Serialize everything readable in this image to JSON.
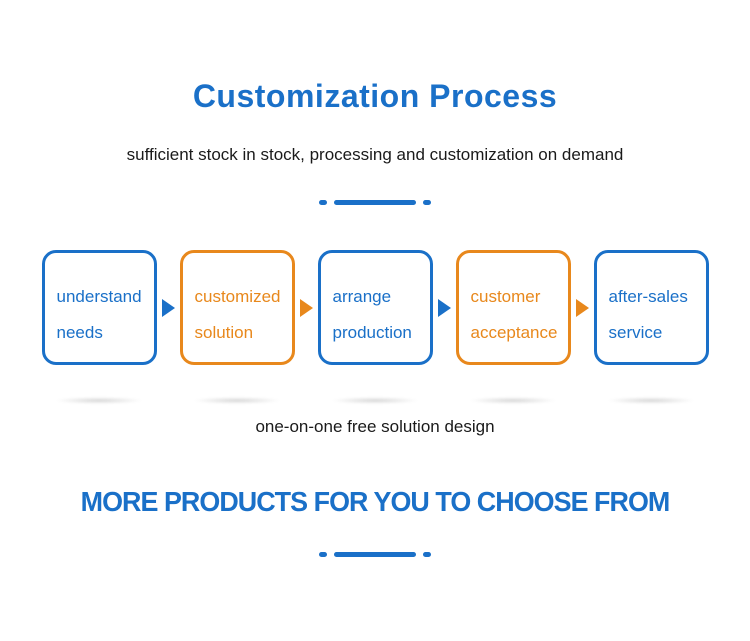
{
  "header": {
    "title": "Customization Process",
    "subtitle": "sufficient stock in stock, processing and customization on demand"
  },
  "flow": {
    "steps": [
      {
        "line1": "understand",
        "line2": "needs",
        "color": "blue"
      },
      {
        "line1": "customized",
        "line2": "solution",
        "color": "orange"
      },
      {
        "line1": "arrange",
        "line2": "production",
        "color": "blue"
      },
      {
        "line1": "customer",
        "line2": "acceptance",
        "color": "orange"
      },
      {
        "line1": "after-sales",
        "line2": "service",
        "color": "blue"
      }
    ],
    "arrow_colors": [
      "blue",
      "orange",
      "blue",
      "orange"
    ],
    "caption": "one-on-one free solution design"
  },
  "footer": {
    "heading": "MORE PRODUCTS FOR YOU TO CHOOSE FROM"
  },
  "colors": {
    "blue": "#1a70c8",
    "orange": "#e8881c",
    "ink": "#1a1a1a"
  }
}
